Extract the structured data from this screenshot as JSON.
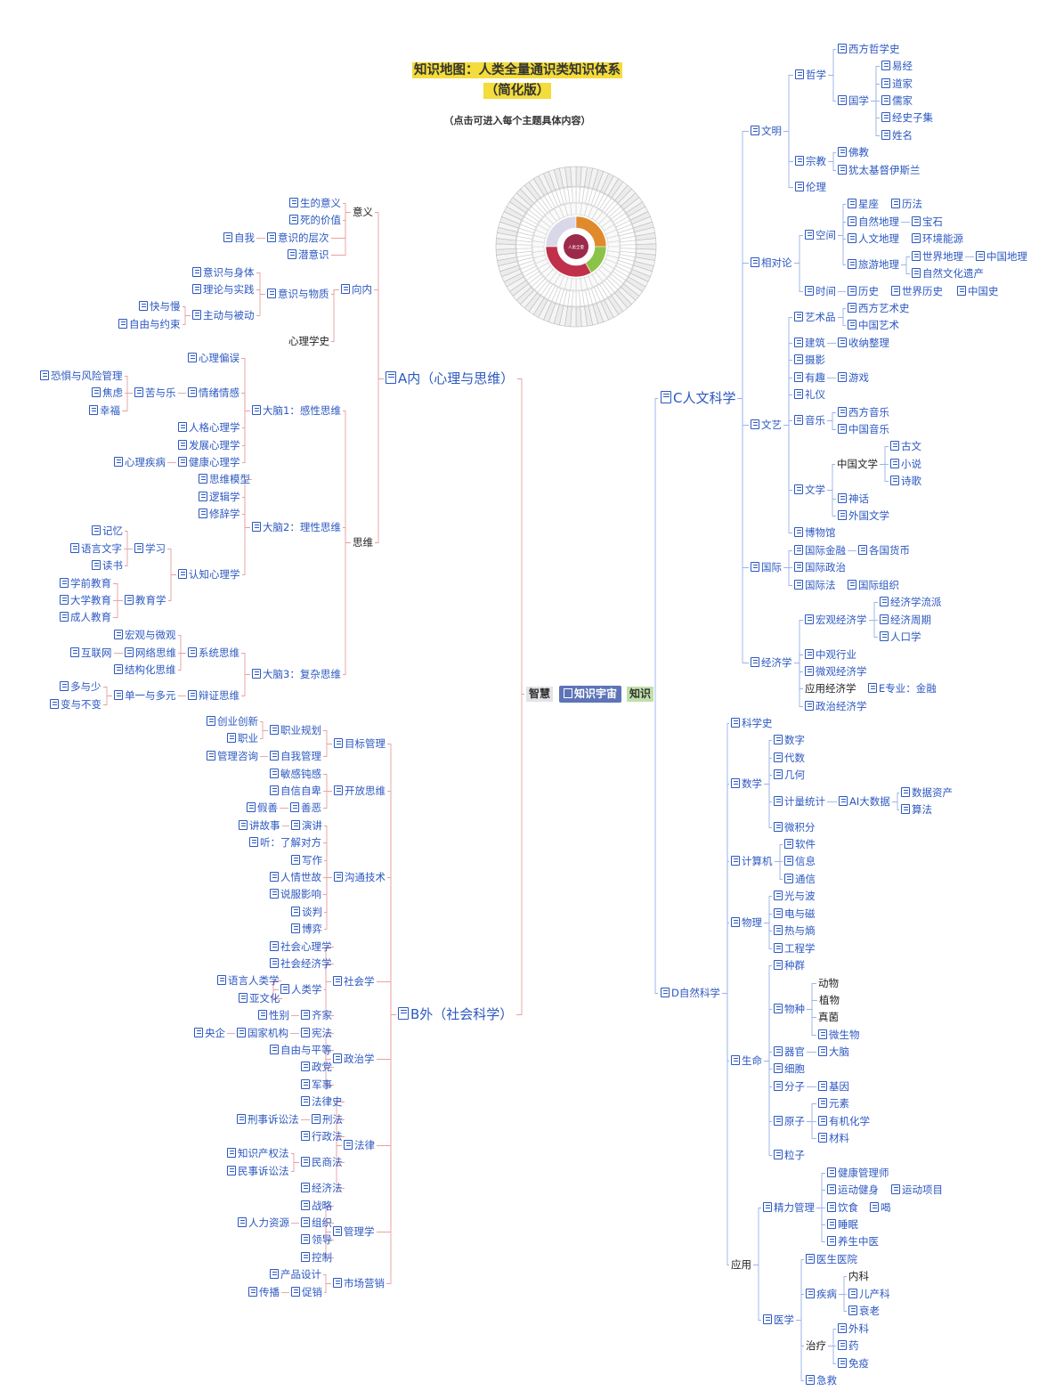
{
  "title_line1": "知识地图：人类全量通识类知识体系",
  "title_line2": "（简化版）",
  "subtitle": "（点击可进入每个主题具体内容）",
  "center": "知识宇宙",
  "left_root": "智慧",
  "right_root": "知识",
  "sunburst": {
    "inner_label": "人类全量",
    "segments": [
      {
        "name": "A",
        "color": "#d8d8e8"
      },
      {
        "name": "B",
        "color": "#c0304a"
      },
      {
        "name": "C",
        "color": "#e08a2c"
      },
      {
        "name": "D",
        "color": "#8bc34a"
      }
    ],
    "center_color": "#9c2a4a"
  },
  "colors": {
    "blue_link": "#2c58c0",
    "line_pink": "#e8a0a0",
    "line_blue": "#9ab3e8"
  },
  "nodes": [
    {
      "id": "A",
      "label": "A内（心理与思维）",
      "big": true
    },
    {
      "id": "A1",
      "label": "意义",
      "plain": true
    },
    {
      "id": "A1a",
      "label": "生的意义"
    },
    {
      "id": "A1b",
      "label": "死的价值"
    },
    {
      "id": "A1c",
      "label": "意识的层次"
    },
    {
      "id": "A1c1",
      "label": "自我"
    },
    {
      "id": "A1d",
      "label": "潜意识"
    },
    {
      "id": "A2",
      "label": "向内"
    },
    {
      "id": "A2a",
      "label": "意识与物质"
    },
    {
      "id": "A2a1",
      "label": "意识与身体"
    },
    {
      "id": "A2a2",
      "label": "理论与实践"
    },
    {
      "id": "A2a3",
      "label": "主动与被动"
    },
    {
      "id": "A2a3a",
      "label": "快与慢"
    },
    {
      "id": "A2a3b",
      "label": "自由与约束"
    },
    {
      "id": "A2b",
      "label": "心理学史",
      "plain": true
    },
    {
      "id": "A3",
      "label": "思维",
      "plain": true
    },
    {
      "id": "A31",
      "label": "大脑1：感性思维"
    },
    {
      "id": "A31a",
      "label": "心理偏误"
    },
    {
      "id": "A31b",
      "label": "情绪情感"
    },
    {
      "id": "A31b1",
      "label": "苦与乐"
    },
    {
      "id": "A31b1a",
      "label": "恐惧与风险管理"
    },
    {
      "id": "A31b1b",
      "label": "焦虑"
    },
    {
      "id": "A31b1c",
      "label": "幸福"
    },
    {
      "id": "A31c",
      "label": "人格心理学"
    },
    {
      "id": "A31d",
      "label": "发展心理学"
    },
    {
      "id": "A31e",
      "label": "健康心理学"
    },
    {
      "id": "A31e1",
      "label": "心理疾病"
    },
    {
      "id": "A32",
      "label": "大脑2：理性思维"
    },
    {
      "id": "A32a",
      "label": "思维模型"
    },
    {
      "id": "A32b",
      "label": "逻辑学"
    },
    {
      "id": "A32c",
      "label": "修辞学"
    },
    {
      "id": "A32d",
      "label": "认知心理学"
    },
    {
      "id": "A32d1",
      "label": "学习"
    },
    {
      "id": "A32d1a",
      "label": "记忆"
    },
    {
      "id": "A32d1b",
      "label": "语言文字"
    },
    {
      "id": "A32d1c",
      "label": "读书"
    },
    {
      "id": "A32d2",
      "label": "教育学"
    },
    {
      "id": "A32d2a",
      "label": "学前教育"
    },
    {
      "id": "A32d2b",
      "label": "大学教育"
    },
    {
      "id": "A32d2c",
      "label": "成人教育"
    },
    {
      "id": "A33",
      "label": "大脑3：复杂思维"
    },
    {
      "id": "A33a",
      "label": "系统思维"
    },
    {
      "id": "A33a1",
      "label": "宏观与微观"
    },
    {
      "id": "A33a2",
      "label": "网络思维"
    },
    {
      "id": "A33a2a",
      "label": "互联网"
    },
    {
      "id": "A33a3",
      "label": "结构化思维"
    },
    {
      "id": "A33b",
      "label": "辩证思维"
    },
    {
      "id": "A33b1",
      "label": "单一与多元"
    },
    {
      "id": "A33b1a",
      "label": "多与少"
    },
    {
      "id": "A33b1b",
      "label": "变与不变"
    },
    {
      "id": "B",
      "label": "B外（社会科学）",
      "big": true
    },
    {
      "id": "B1",
      "label": "目标管理"
    },
    {
      "id": "B1a",
      "label": "职业规划"
    },
    {
      "id": "B1a1",
      "label": "创业创新"
    },
    {
      "id": "B1a2",
      "label": "职业"
    },
    {
      "id": "B1b",
      "label": "自我管理"
    },
    {
      "id": "B1b1",
      "label": "管理咨询"
    },
    {
      "id": "B2",
      "label": "开放思维"
    },
    {
      "id": "B2a",
      "label": "敏感钝感"
    },
    {
      "id": "B2b",
      "label": "自信自卑"
    },
    {
      "id": "B2c",
      "label": "善恶"
    },
    {
      "id": "B2c1",
      "label": "假善"
    },
    {
      "id": "B3",
      "label": "沟通技术"
    },
    {
      "id": "B3a",
      "label": "演讲"
    },
    {
      "id": "B3a1",
      "label": "讲故事"
    },
    {
      "id": "B3b",
      "label": "听：了解对方"
    },
    {
      "id": "B3c",
      "label": "写作"
    },
    {
      "id": "B3d",
      "label": "人情世故"
    },
    {
      "id": "B3e",
      "label": "说服影响"
    },
    {
      "id": "B3f",
      "label": "谈判"
    },
    {
      "id": "B3g",
      "label": "博弈"
    },
    {
      "id": "B4",
      "label": "社会学"
    },
    {
      "id": "B4a",
      "label": "社会心理学"
    },
    {
      "id": "B4b",
      "label": "社会经济学"
    },
    {
      "id": "B4c",
      "label": "人类学"
    },
    {
      "id": "B4c1",
      "label": "语言人类学"
    },
    {
      "id": "B4c2",
      "label": "亚文化"
    },
    {
      "id": "B4d",
      "label": "齐家"
    },
    {
      "id": "B4d1",
      "label": "性别"
    },
    {
      "id": "B5",
      "label": "政治学"
    },
    {
      "id": "B5a",
      "label": "宪法"
    },
    {
      "id": "B5a1",
      "label": "国家机构"
    },
    {
      "id": "B5a2",
      "label": "央企"
    },
    {
      "id": "B5b",
      "label": "自由与平等"
    },
    {
      "id": "B5c",
      "label": "政党"
    },
    {
      "id": "B5d",
      "label": "军事"
    },
    {
      "id": "B6",
      "label": "法律"
    },
    {
      "id": "B6a",
      "label": "法律史"
    },
    {
      "id": "B6b",
      "label": "刑法"
    },
    {
      "id": "B6b1",
      "label": "刑事诉讼法"
    },
    {
      "id": "B6c",
      "label": "行政法"
    },
    {
      "id": "B6d",
      "label": "民商法"
    },
    {
      "id": "B6d1",
      "label": "知识产权法"
    },
    {
      "id": "B6d2",
      "label": "民事诉讼法"
    },
    {
      "id": "B6e",
      "label": "经济法"
    },
    {
      "id": "B7",
      "label": "管理学"
    },
    {
      "id": "B7a",
      "label": "战略"
    },
    {
      "id": "B7b",
      "label": "组织"
    },
    {
      "id": "B7b1",
      "label": "人力资源"
    },
    {
      "id": "B7c",
      "label": "领导"
    },
    {
      "id": "B7d",
      "label": "控制"
    },
    {
      "id": "B8",
      "label": "市场营销"
    },
    {
      "id": "B8a",
      "label": "产品设计"
    },
    {
      "id": "B8b",
      "label": "促销"
    },
    {
      "id": "B8b1",
      "label": "传播"
    },
    {
      "id": "C",
      "label": "C人文科学",
      "big": true
    },
    {
      "id": "C1",
      "label": "文明"
    },
    {
      "id": "C1a",
      "label": "哲学"
    },
    {
      "id": "C1a1",
      "label": "西方哲学史"
    },
    {
      "id": "C1a2",
      "label": "国学"
    },
    {
      "id": "C1a2a",
      "label": "易经"
    },
    {
      "id": "C1a2b",
      "label": "道家"
    },
    {
      "id": "C1a2c",
      "label": "儒家"
    },
    {
      "id": "C1a2d",
      "label": "经史子集"
    },
    {
      "id": "C1a2e",
      "label": "姓名"
    },
    {
      "id": "C1b",
      "label": "宗教"
    },
    {
      "id": "C1b1",
      "label": "佛教"
    },
    {
      "id": "C1b2",
      "label": "犹太基督伊斯兰"
    },
    {
      "id": "C1c",
      "label": "伦理"
    },
    {
      "id": "C2",
      "label": "相对论"
    },
    {
      "id": "C2a",
      "label": "空间"
    },
    {
      "id": "C2a1",
      "label": "星座"
    },
    {
      "id": "C2a1b",
      "label": "历法"
    },
    {
      "id": "C2a2",
      "label": "自然地理"
    },
    {
      "id": "C2a2b",
      "label": "宝石"
    },
    {
      "id": "C2a3",
      "label": "人文地理"
    },
    {
      "id": "C2a3b",
      "label": "环境能源"
    },
    {
      "id": "C2a4",
      "label": "旅游地理"
    },
    {
      "id": "C2a4a",
      "label": "世界地理"
    },
    {
      "id": "C2a4a1",
      "label": "中国地理"
    },
    {
      "id": "C2a4b",
      "label": "自然文化遗产"
    },
    {
      "id": "C2b",
      "label": "时间"
    },
    {
      "id": "C2b1",
      "label": "历史"
    },
    {
      "id": "C2b2",
      "label": "世界历史"
    },
    {
      "id": "C2b3",
      "label": "中国史"
    },
    {
      "id": "C3",
      "label": "文艺"
    },
    {
      "id": "C3a",
      "label": "艺术品"
    },
    {
      "id": "C3a1",
      "label": "西方艺术史"
    },
    {
      "id": "C3a2",
      "label": "中国艺术"
    },
    {
      "id": "C3b",
      "label": "建筑"
    },
    {
      "id": "C3b1",
      "label": "收纳整理"
    },
    {
      "id": "C3c",
      "label": "摄影"
    },
    {
      "id": "C3d",
      "label": "有趣"
    },
    {
      "id": "C3d1",
      "label": "游戏"
    },
    {
      "id": "C3e",
      "label": "礼仪"
    },
    {
      "id": "C3f",
      "label": "音乐"
    },
    {
      "id": "C3f1",
      "label": "西方音乐"
    },
    {
      "id": "C3f2",
      "label": "中国音乐"
    },
    {
      "id": "C3g",
      "label": "文学"
    },
    {
      "id": "C3g1",
      "label": "中国文学",
      "plain": true
    },
    {
      "id": "C3g1a",
      "label": "古文"
    },
    {
      "id": "C3g1b",
      "label": "小说"
    },
    {
      "id": "C3g1c",
      "label": "诗歌"
    },
    {
      "id": "C3g2",
      "label": "神话"
    },
    {
      "id": "C3g3",
      "label": "外国文学"
    },
    {
      "id": "C3h",
      "label": "博物馆"
    },
    {
      "id": "C4",
      "label": "国际"
    },
    {
      "id": "C4a",
      "label": "国际金融"
    },
    {
      "id": "C4a1",
      "label": "各国货币"
    },
    {
      "id": "C4b",
      "label": "国际政治"
    },
    {
      "id": "C4c",
      "label": "国际法"
    },
    {
      "id": "C4c1",
      "label": "国际组织"
    },
    {
      "id": "C5",
      "label": "经济学"
    },
    {
      "id": "C5a",
      "label": "宏观经济学"
    },
    {
      "id": "C5a1",
      "label": "经济学流派"
    },
    {
      "id": "C5a2",
      "label": "经济周期"
    },
    {
      "id": "C5a3",
      "label": "人口学"
    },
    {
      "id": "C5b",
      "label": "中观行业"
    },
    {
      "id": "C5c",
      "label": "微观经济学"
    },
    {
      "id": "C5d",
      "label": "应用经济学",
      "plain": true
    },
    {
      "id": "C5d1",
      "label": "E专业：金融"
    },
    {
      "id": "C5e",
      "label": "政治经济学"
    },
    {
      "id": "D",
      "label": "D自然科学"
    },
    {
      "id": "D1",
      "label": "科学史"
    },
    {
      "id": "D2",
      "label": "数学"
    },
    {
      "id": "D2a",
      "label": "数字"
    },
    {
      "id": "D2b",
      "label": "代数"
    },
    {
      "id": "D2c",
      "label": "几何"
    },
    {
      "id": "D2d",
      "label": "计量统计"
    },
    {
      "id": "D2d1",
      "label": "AI大数据"
    },
    {
      "id": "D2d1a",
      "label": "数据资产"
    },
    {
      "id": "D2d1b",
      "label": "算法"
    },
    {
      "id": "D2e",
      "label": "微积分"
    },
    {
      "id": "D3",
      "label": "计算机"
    },
    {
      "id": "D3a",
      "label": "软件"
    },
    {
      "id": "D3b",
      "label": "信息"
    },
    {
      "id": "D3c",
      "label": "通信"
    },
    {
      "id": "D4",
      "label": "物理"
    },
    {
      "id": "D4a",
      "label": "光与波"
    },
    {
      "id": "D4b",
      "label": "电与磁"
    },
    {
      "id": "D4c",
      "label": "热与熵"
    },
    {
      "id": "D4d",
      "label": "工程学"
    },
    {
      "id": "D5",
      "label": "生命"
    },
    {
      "id": "D5a",
      "label": "种群"
    },
    {
      "id": "D5b",
      "label": "物种"
    },
    {
      "id": "D5b1",
      "label": "动物",
      "plain": true
    },
    {
      "id": "D5b2",
      "label": "植物",
      "plain": true
    },
    {
      "id": "D5b3",
      "label": "真菌",
      "plain": true
    },
    {
      "id": "D5b4",
      "label": "微生物"
    },
    {
      "id": "D5c",
      "label": "器官"
    },
    {
      "id": "D5c1",
      "label": "大脑"
    },
    {
      "id": "D5d",
      "label": "细胞"
    },
    {
      "id": "D5e",
      "label": "分子"
    },
    {
      "id": "D5e1",
      "label": "基因"
    },
    {
      "id": "D5f",
      "label": "原子"
    },
    {
      "id": "D5f1",
      "label": "元素"
    },
    {
      "id": "D5f2",
      "label": "有机化学"
    },
    {
      "id": "D5f3",
      "label": "材料"
    },
    {
      "id": "D5g",
      "label": "粒子"
    },
    {
      "id": "D6",
      "label": "应用",
      "plain": true
    },
    {
      "id": "D6a",
      "label": "精力管理"
    },
    {
      "id": "D6a1",
      "label": "健康管理师"
    },
    {
      "id": "D6a2",
      "label": "运动健身"
    },
    {
      "id": "D6a2b",
      "label": "运动项目"
    },
    {
      "id": "D6a3",
      "label": "饮食"
    },
    {
      "id": "D6a3b",
      "label": "喝"
    },
    {
      "id": "D6a4",
      "label": "睡眠"
    },
    {
      "id": "D6a5",
      "label": "养生中医"
    },
    {
      "id": "D6b",
      "label": "医学"
    },
    {
      "id": "D6b1",
      "label": "医生医院"
    },
    {
      "id": "D6b2",
      "label": "疾病"
    },
    {
      "id": "D6b2a",
      "label": "内科",
      "plain": true
    },
    {
      "id": "D6b2b",
      "label": "儿产科"
    },
    {
      "id": "D6b2c",
      "label": "衰老"
    },
    {
      "id": "D6b3",
      "label": "治疗",
      "plain": true
    },
    {
      "id": "D6b3a",
      "label": "外科"
    },
    {
      "id": "D6b3b",
      "label": "药"
    },
    {
      "id": "D6b3c",
      "label": "免疫"
    },
    {
      "id": "D6b4",
      "label": "急救"
    }
  ]
}
